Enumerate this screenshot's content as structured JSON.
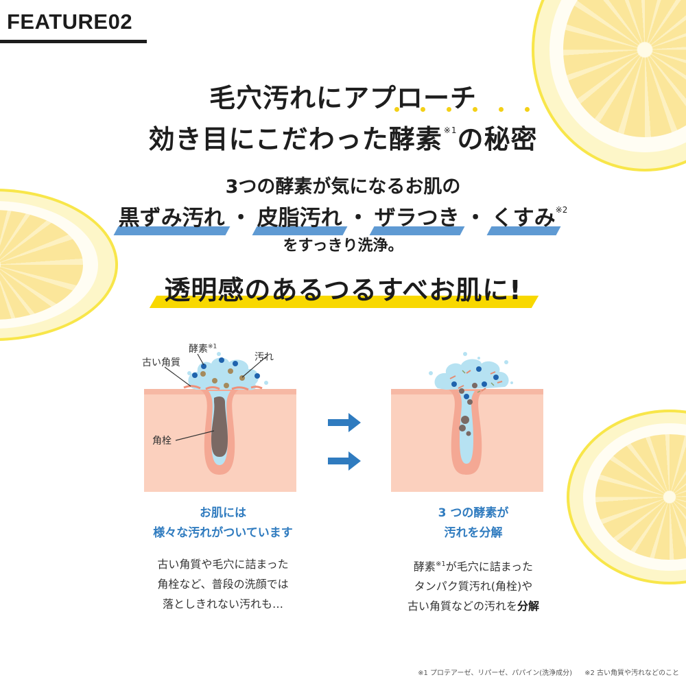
{
  "header": {
    "feature_label": "FEATURE02"
  },
  "headline": {
    "line1": "毛穴汚れにアプローチ",
    "line2_prefix": "効き目にこだわった酵素",
    "line2_note": "※1",
    "line2_suffix": "の秘密",
    "emphasis_dot_color": "#f3d017"
  },
  "subhead": {
    "line1": "3つの酵素が気になるお肌の",
    "concerns": [
      "黒ずみ汚れ",
      "皮脂汚れ",
      "ザラつき",
      "くすみ"
    ],
    "separator": "・",
    "concerns_note": "※2",
    "line3": "をすっきり洗浄。",
    "highlight_color": "#5f9ad3"
  },
  "tagline": {
    "text": "透明感のあるつるすべお肌に!",
    "highlight_color": "#f8d800"
  },
  "diagram_left": {
    "labels": {
      "enzyme": "酵素",
      "enzyme_note": "※1",
      "dirt": "汚れ",
      "old_keratin": "古い角質",
      "keratin_plug": "角栓"
    }
  },
  "arrows": {
    "icon": "arrow-right-icon",
    "color": "#2f7bbf"
  },
  "caption_left": {
    "title_line1": "お肌には",
    "title_line2": "様々な汚れがついています",
    "body_line1": "古い角質や毛穴に詰まった",
    "body_line2": "角栓など、普段の洗顔では",
    "body_line3": "落としきれない汚れも…"
  },
  "caption_right": {
    "title_line1": "3 つの酵素が",
    "title_line2": "汚れを分解",
    "body_line1_prefix": "酵素",
    "body_line1_note": "※1",
    "body_line1_suffix": "が毛穴に詰まった",
    "body_line2": "タンパク質汚れ(角栓)や",
    "body_line3_prefix": "古い角質などの汚れを",
    "body_line3_bold": "分解"
  },
  "footnotes": {
    "note1": "※1 プロテアーゼ、リパーゼ、パパイン(洗浄成分)",
    "note2": "※2 古い角質や汚れなどのこと"
  },
  "colors": {
    "skin": "#fbd0be",
    "skin_edge": "#f4a894",
    "foam": "#b6e2f2",
    "enzyme_dot": "#1f63ad",
    "dirt_dot": "#a58a5c",
    "plug": "#7a6964",
    "caption_title": "#2f7bbf"
  }
}
